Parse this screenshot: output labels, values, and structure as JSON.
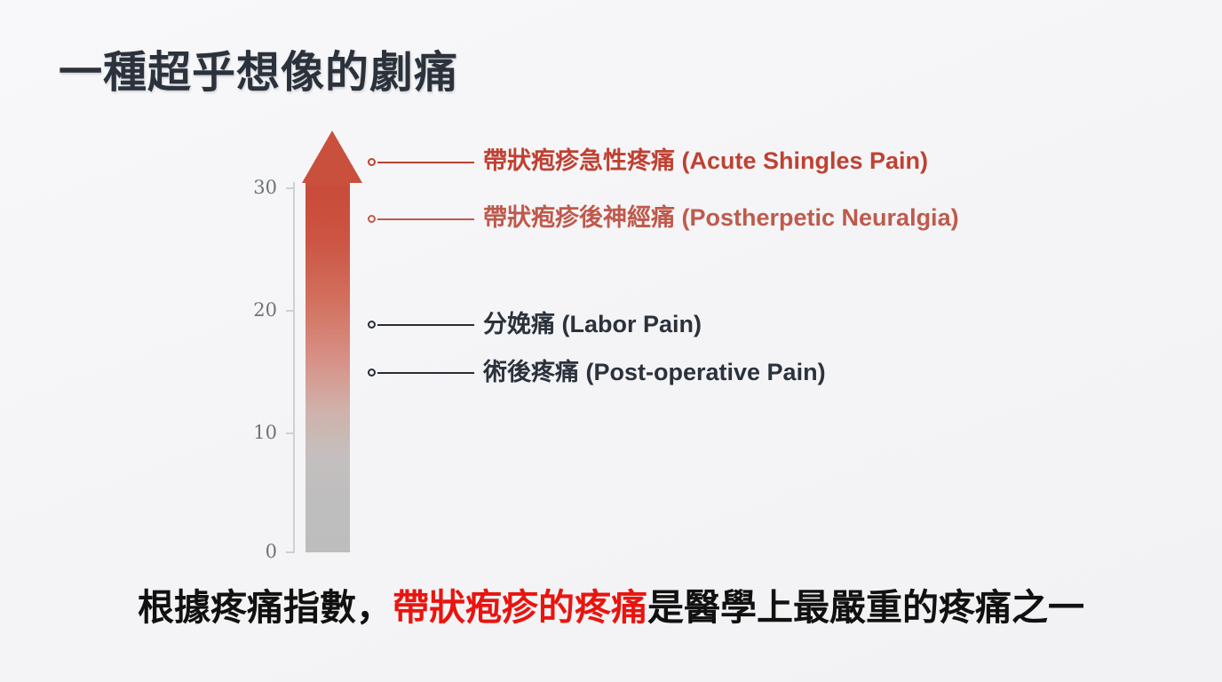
{
  "slide": {
    "title": "一種超乎想像的劇痛",
    "background_color": "#f6f6f8",
    "title_color": "#2b323c"
  },
  "caption": {
    "part1": "根據疼痛指數，",
    "highlight": "帶狀疱疹的疼痛",
    "part2": "是醫學上最嚴重的疼痛之一",
    "highlight_color": "#e8150f",
    "text_color": "#111111"
  },
  "chart_data": {
    "type": "bar",
    "title": "一種超乎想像的劇痛",
    "xlabel": "",
    "ylabel": "",
    "ylim": [
      0,
      33
    ],
    "grid": false,
    "legend_position": "right-inline",
    "axis_ticks": [
      "0",
      "10",
      "20",
      "30"
    ],
    "axis_tick_values": [
      0,
      10,
      20,
      30
    ],
    "orientation": "vertical-gradient-arrow",
    "categories": [
      "帶狀疱疹急性疼痛 (Acute Shingles Pain)",
      "帶狀疱疹後神經痛 (Postherpetic Neuralgia)",
      "分娩痛 (Labor Pain)",
      "術後疼痛 (Post-operative Pain)"
    ],
    "values": [
      31,
      27,
      19,
      16
    ],
    "annotations": [
      {
        "label": "帶狀疱疹急性疼痛 (Acute Shingles Pain)",
        "value": 31,
        "color": "#bf4132"
      },
      {
        "label": "帶狀疱疹後神經痛 (Postherpetic Neuralgia)",
        "value": 27,
        "color": "#bf5a4c"
      },
      {
        "label": "分娩痛 (Labor Pain)",
        "value": 19,
        "color": "#2b323c"
      },
      {
        "label": "術後疼痛 (Post-operative Pain)",
        "value": 16,
        "color": "#2b323c"
      }
    ],
    "bar_gradient": {
      "top_color": "#c94a38",
      "mid_color": "#d79186",
      "bottom_color": "#bdbdbd"
    },
    "arrow_color": "#c9503d"
  }
}
